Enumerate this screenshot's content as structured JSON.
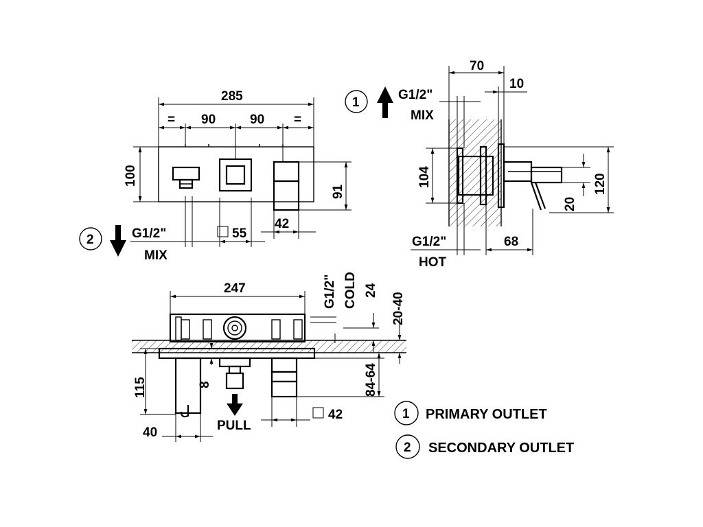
{
  "front_view": {
    "dim_total_width": "285",
    "dim_eq_left": "=",
    "dim_spacing_1": "90",
    "dim_spacing_2": "90",
    "dim_eq_right": "=",
    "dim_height": "100",
    "dim_spout_height": "91",
    "dim_spout_width": "42",
    "dim_knob_square": "55",
    "outlet_number": "2",
    "outlet_thread": "G1/2\"",
    "outlet_type": "MIX"
  },
  "side_view": {
    "dim_depth_total": "70",
    "dim_plate": "10",
    "dim_height_104": "104",
    "dim_height_120": "120",
    "dim_20": "20",
    "dim_68": "68",
    "outlet_number": "1",
    "outlet_thread": "G1/2\"",
    "outlet_type": "MIX",
    "inlet_thread": "G1/2\"",
    "inlet_type": "HOT"
  },
  "top_view": {
    "dim_width": "247",
    "inlet_thread": "G1/2\"",
    "inlet_type": "COLD",
    "dim_24": "24",
    "dim_wall_range": "20-40",
    "dim_depth_range": "84-64",
    "dim_115": "115",
    "dim_8": "8",
    "dim_40": "40",
    "dim_spout_square": "42",
    "pull_label": "PULL"
  },
  "legend": [
    {
      "number": "1",
      "label": "PRIMARY OUTLET"
    },
    {
      "number": "2",
      "label": "SECONDARY OUTLET"
    }
  ]
}
